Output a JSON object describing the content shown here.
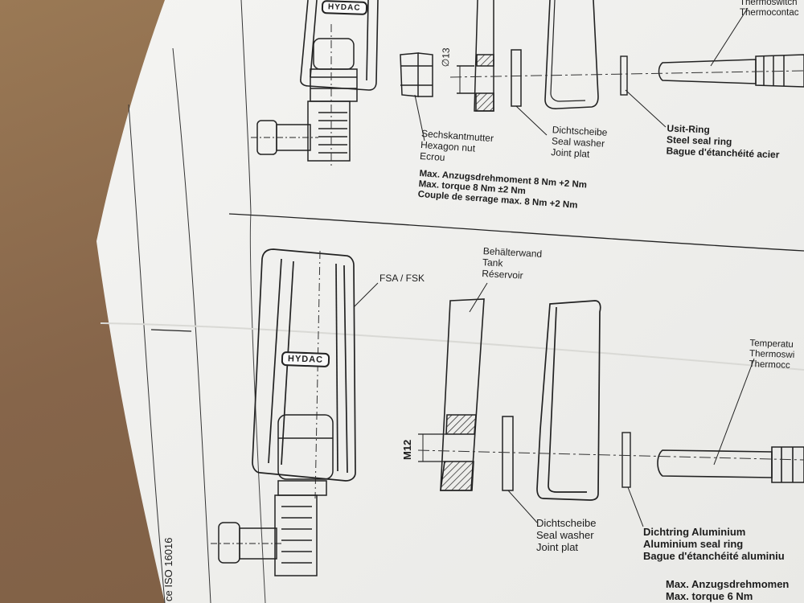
{
  "scene": "photo-of-technical-installation-drawing",
  "colors": {
    "paper": "#f1f1ef",
    "ink": "#1c1c1c",
    "cardboard": "#8a6a4b"
  },
  "top_section": {
    "hex_nut": {
      "de": "Sechskantmutter",
      "en": "Hexagon nut",
      "fr": "Ecrou"
    },
    "seal_washer": {
      "de": "Dichtscheibe",
      "en": "Seal washer",
      "fr": "Joint plat"
    },
    "usit_ring": {
      "de": "Usit-Ring",
      "en": "Steel seal ring",
      "fr": "Bague d'étanchéité acier"
    },
    "torque": {
      "de": "Max. Anzugsdrehmoment 8 Nm +2 Nm",
      "en": "Max. torque 8 Nm ±2 Nm",
      "fr": "Couple de serrage max. 8 Nm +2 Nm"
    },
    "diameter_label": "∅13",
    "sensor_label": {
      "line1": "Thermoswitch",
      "line2": "Thermocontac"
    },
    "brand": "HYDAC"
  },
  "bottom_section": {
    "model_label": "FSA / FSK",
    "tank_wall": {
      "de": "Behälterwand",
      "en": "Tank",
      "fr": "Réservoir"
    },
    "thread_label": "M12",
    "seal_washer": {
      "de": "Dichtscheibe",
      "en": "Seal washer",
      "fr": "Joint plat"
    },
    "alu_ring": {
      "de": "Dichtring Aluminium",
      "en": "Aluminium seal ring",
      "fr": "Bague d'étanchéité aluminiu"
    },
    "sensor_label": {
      "line1": "Temperatu",
      "line2": "Thermoswi",
      "line3": "Thermocc"
    },
    "torque": {
      "line1": "Max. Anzugsdrehmomen",
      "line2": "Max. torque 6 Nm"
    },
    "brand": "HYDAC",
    "standard_note": "ce ISO 16016"
  }
}
